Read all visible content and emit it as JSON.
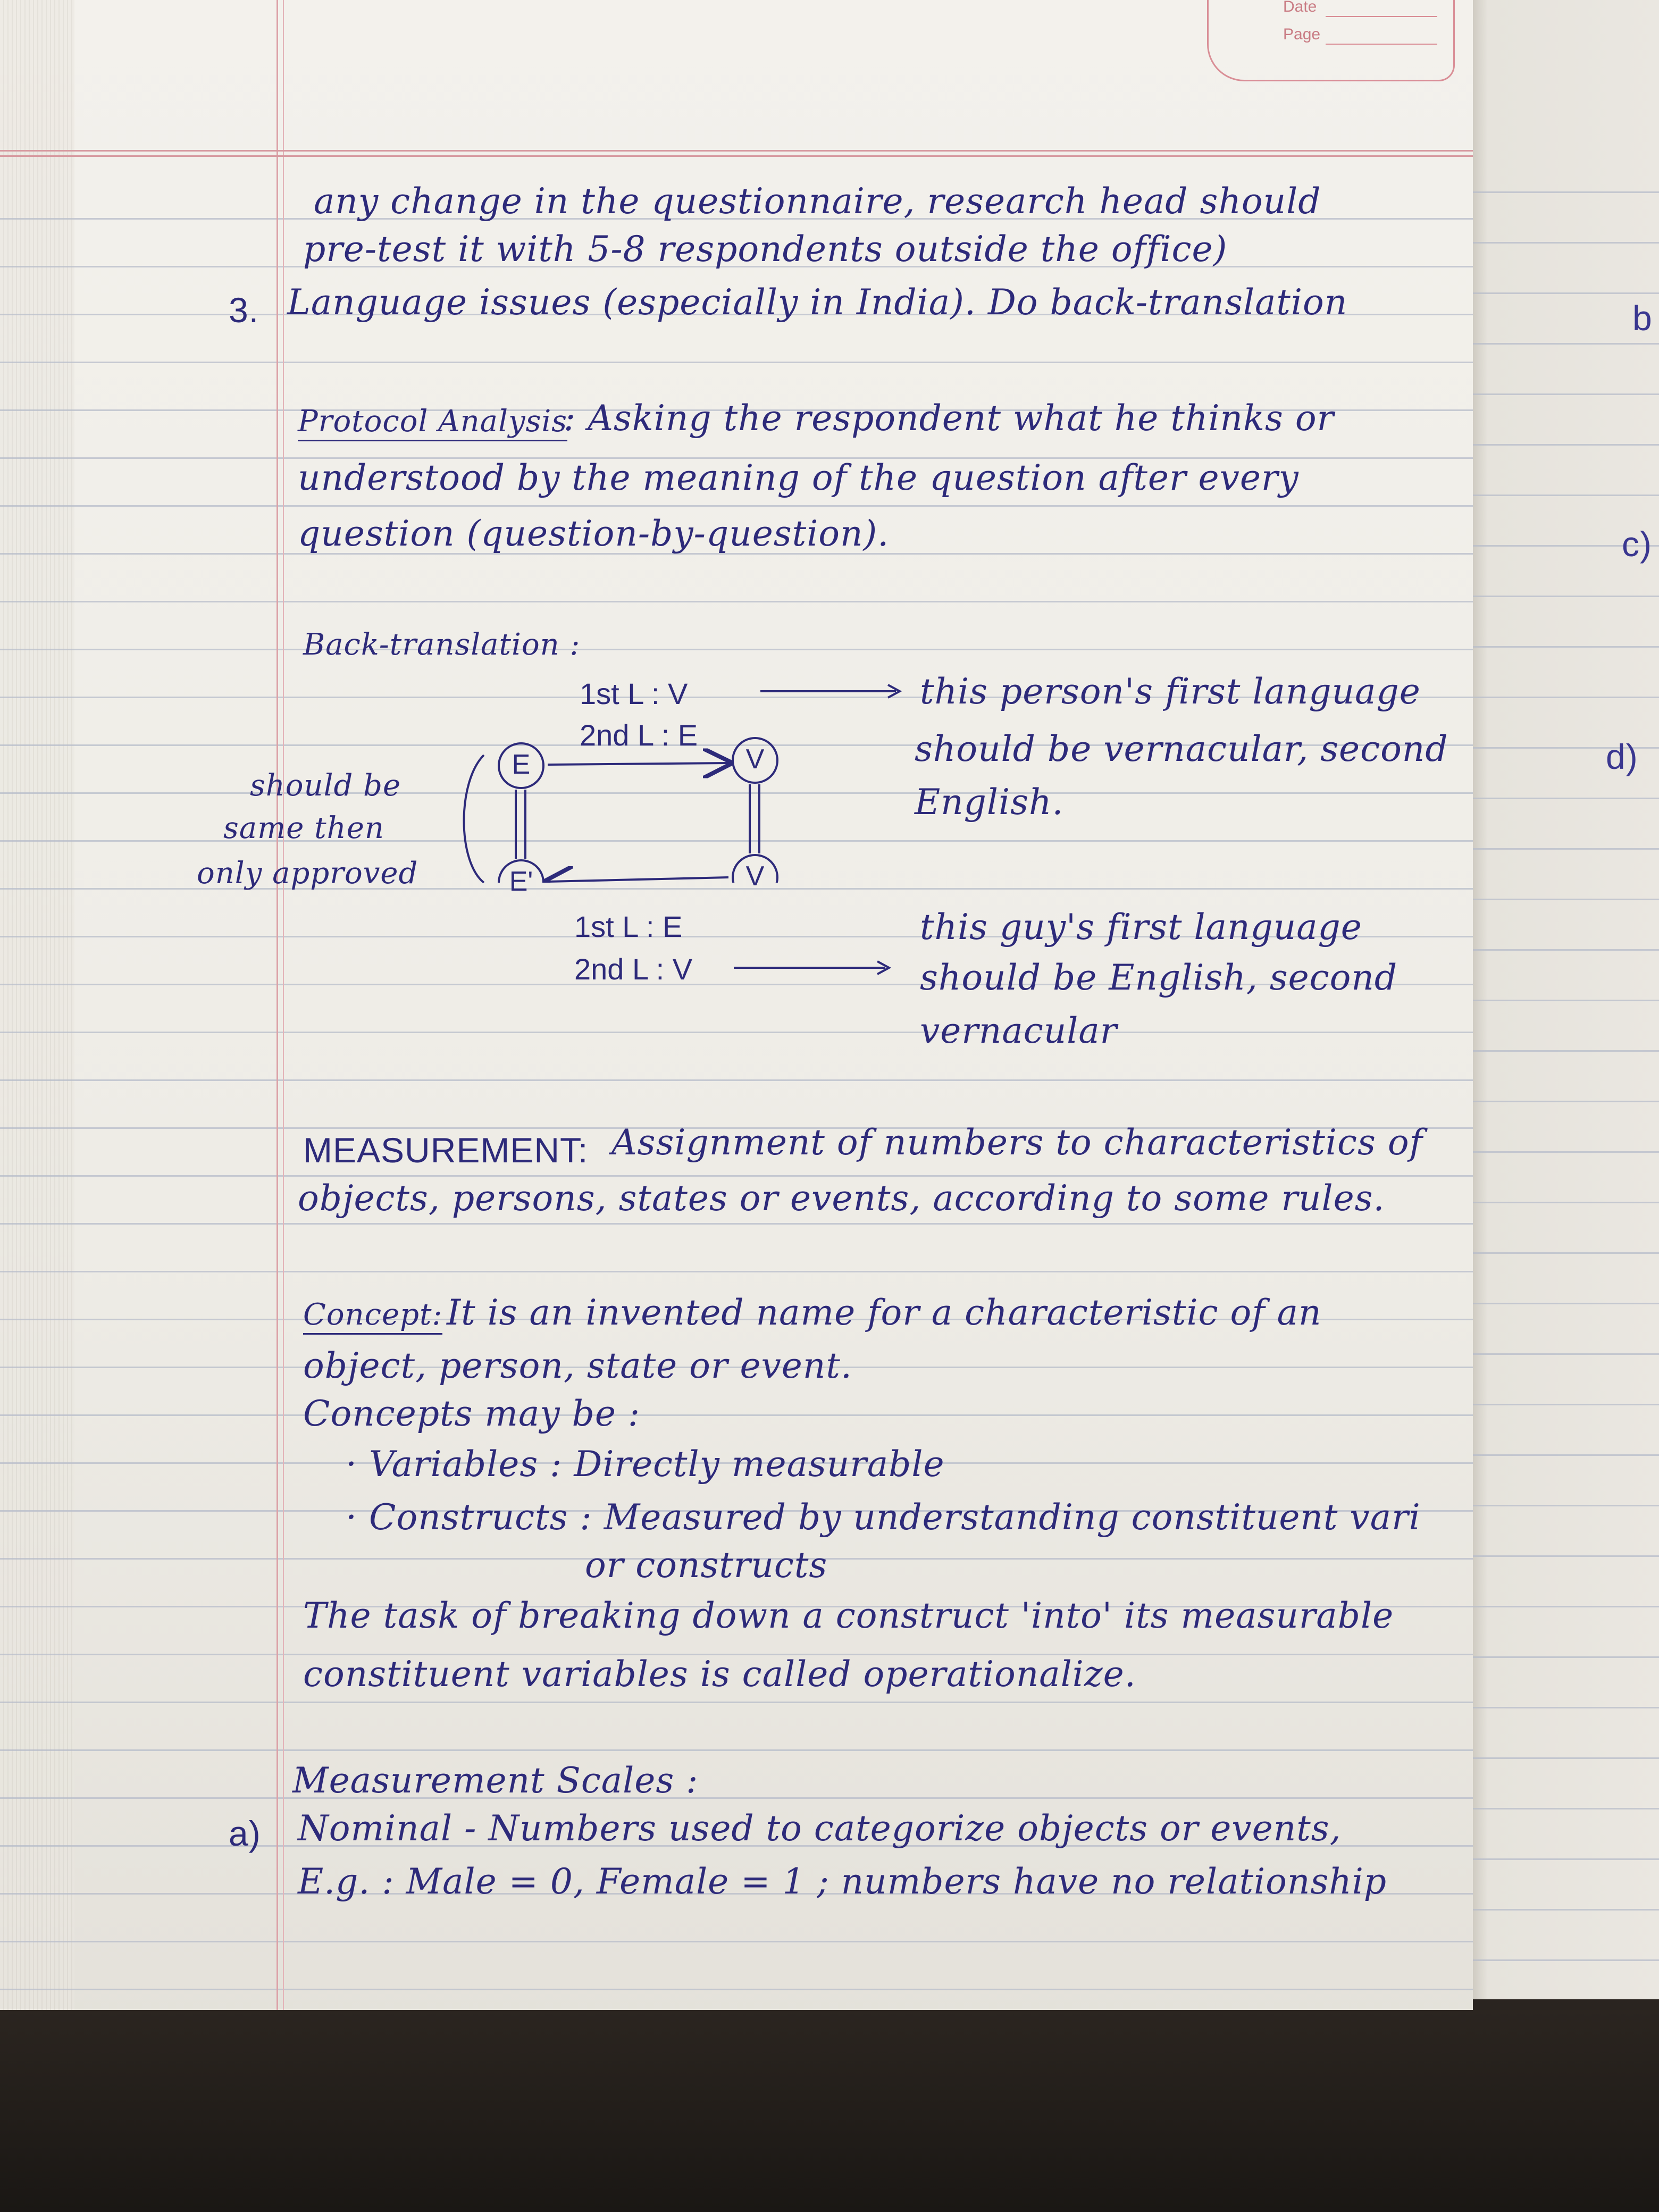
{
  "stamp": {
    "date_label": "Date",
    "page_label": "Page"
  },
  "notes": {
    "l1": "any change in the questionnaire, research head should",
    "l2": "pre-test it with 5-8 respondents outside the office)",
    "l3_num": "3.",
    "l3": "Language issues (especially in India). Do back-translation",
    "protocol_head": "Protocol Analysis",
    "protocol_1": ": Asking the respondent what he thinks or",
    "protocol_2": "understood by the meaning of the question after every",
    "protocol_3": "question (question-by-question).",
    "bt_head": "Back-translation :",
    "bt_top_1": "1st L : V",
    "bt_top_2": "2nd L : E",
    "bt_top_note_1": "this person's first language",
    "bt_top_note_2": "should be vernacular, second",
    "bt_top_note_3": "English.",
    "bt_side_1": "should be",
    "bt_side_2": "same then",
    "bt_side_3": "only approved",
    "bt_bot_1": "1st L : E",
    "bt_bot_2": "2nd L : V",
    "bt_bot_note_1": "this guy's first language",
    "bt_bot_note_2": "should be English, second",
    "bt_bot_note_3": "vernacular",
    "node_e": "E",
    "node_v": "V",
    "node_v2": "V",
    "node_e2": "E'",
    "meas_head": "MEASUREMENT:",
    "meas_1": "Assignment of numbers to characteristics of",
    "meas_2": "objects, persons, states or events, according to some rules.",
    "concept_head": "Concept:",
    "concept_1": "It is an invented name for a characteristic of an",
    "concept_2": "object, person, state or event.",
    "concept_3": "Concepts may be :",
    "concept_4": "· Variables : Directly measurable",
    "concept_5": "· Constructs : Measured by understanding constituent vari",
    "concept_6": "or constructs",
    "task_1": "The task of breaking down a construct 'into' its measurable",
    "task_2": "constituent variables is called operationalize.",
    "scales_head": "Measurement Scales :",
    "a_marker": "a)",
    "a_1": "Nominal - Numbers used to categorize objects or events,",
    "a_2": "E.g. : Male = 0, Female = 1 ; numbers have no relationship"
  },
  "right_page": {
    "m1": "b",
    "m2": "c)",
    "m3": "d)"
  }
}
